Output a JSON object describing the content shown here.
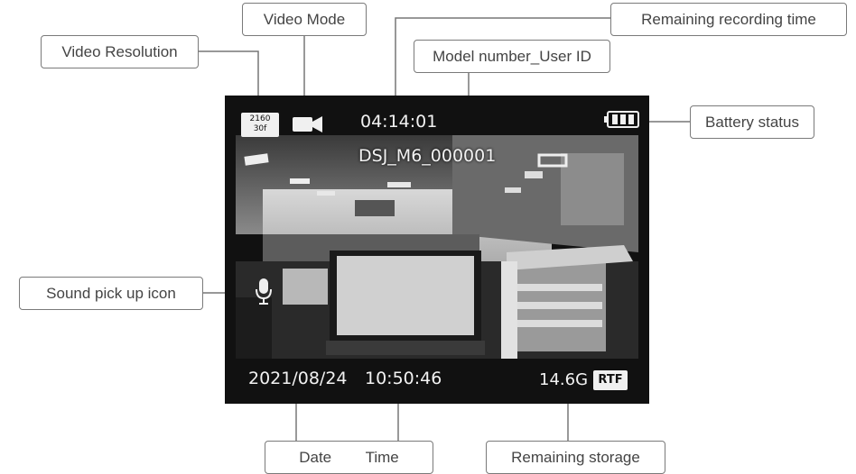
{
  "callouts": {
    "video_mode": "Video Mode",
    "remaining_time": "Remaining recording time",
    "video_resolution": "Video Resolution",
    "model_user_id": "Model number_User ID",
    "battery": "Battery status",
    "sound": "Sound pick up icon",
    "date_time": "Date        Time",
    "storage": "Remaining storage"
  },
  "screen": {
    "resolution_line1": "2160",
    "resolution_line2": "30f",
    "remaining_time": "04:14:01",
    "model_id": "DSJ_M6_000001",
    "date": "2021/08/24",
    "time": "10:50:46",
    "storage": "14.6G",
    "storage_badge": "RTF"
  },
  "icons": {
    "video_mode": "video-camera-icon",
    "battery": "battery-icon",
    "sound": "microphone-icon"
  },
  "colors": {
    "screen_bg": "#111111",
    "callout_border": "#7a7a7a",
    "osd_text": "#f2f2f2"
  }
}
